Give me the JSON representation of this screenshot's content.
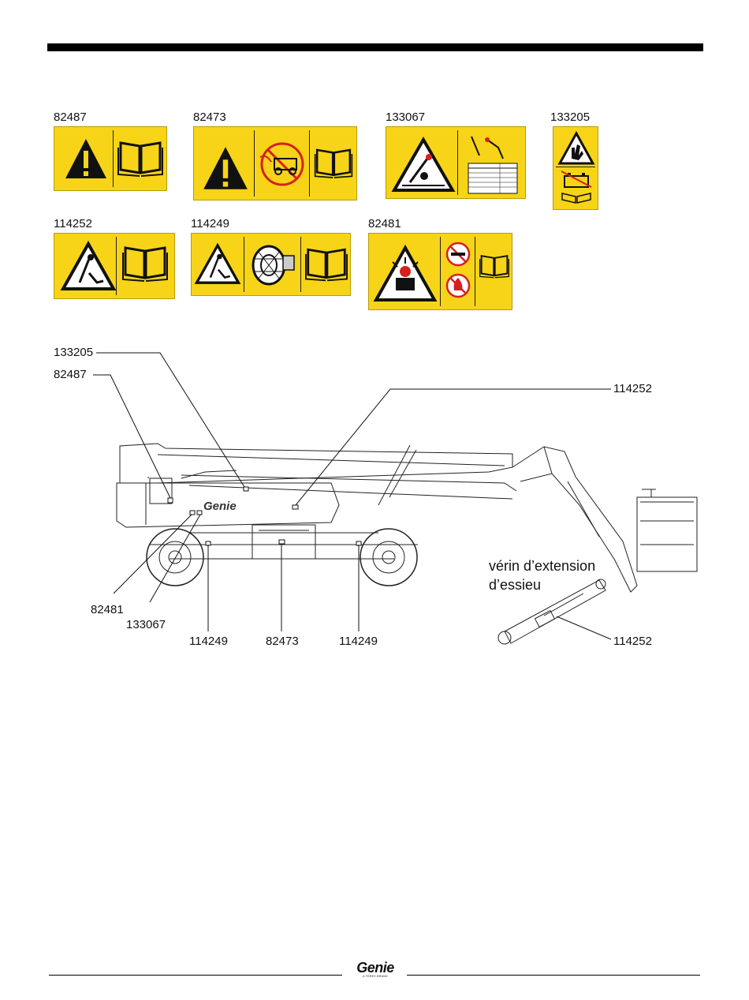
{
  "decals": [
    {
      "id": "decal-82487",
      "label": "82487"
    },
    {
      "id": "decal-82473",
      "label": "82473"
    },
    {
      "id": "decal-133067",
      "label": "133067"
    },
    {
      "id": "decal-133205",
      "label": "133205"
    },
    {
      "id": "decal-114252",
      "label": "114252"
    },
    {
      "id": "decal-114249",
      "label": "114249"
    },
    {
      "id": "decal-82481",
      "label": "82481"
    }
  ],
  "diagram": {
    "callouts": [
      "133205",
      "82487",
      "114252",
      "82481",
      "133067",
      "114249",
      "82473",
      "114249",
      "114252"
    ],
    "machine_logo": "Genie",
    "caption_line1": "vérin d’extension",
    "caption_line2": "d’essieu"
  },
  "footer": {
    "brand": "Genie",
    "tagline": "A TEREX BRAND"
  },
  "colors": {
    "decal_yellow": "#f7d417",
    "black": "#111111",
    "red": "#d62020"
  }
}
